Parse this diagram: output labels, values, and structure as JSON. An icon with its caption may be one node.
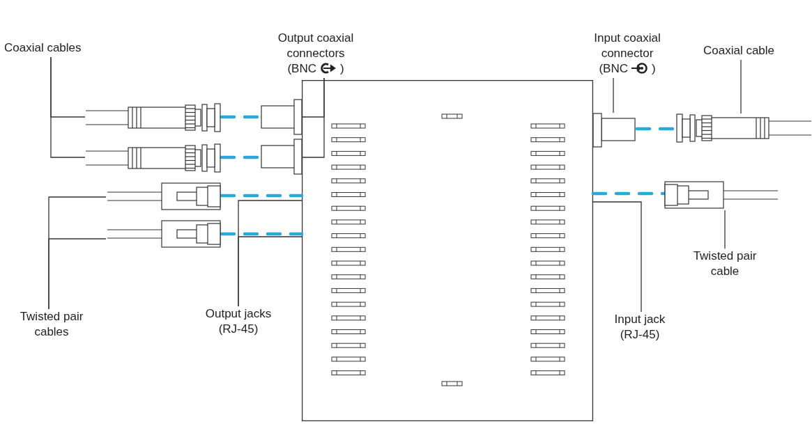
{
  "diagram": {
    "nodes": [
      {
        "text": [
          "Coaxial cables"
        ]
      },
      {
        "text": [],
        "shape": "plug"
      },
      {
        "text": [],
        "shape": "plug"
      },
      {
        "text": [
          "Output coaxial connectors",
          "(BNC",
          ")"
        ]
      },
      {
        "text": [],
        "shape": "jack"
      },
      {
        "text": [],
        "shape": "jack"
      },
      {
        "text": [],
        "shape": "box"
      },
      {
        "text": [
          "Input coaxial connector",
          "(BNC",
          ")"
        ]
      },
      {
        "text": [],
        "shape": "jack"
      },
      {
        "text": [
          "Coaxial cable"
        ]
      },
      {
        "text": [],
        "shape": "plug"
      },
      {
        "text": [],
        "shape": "plug"
      },
      {
        "text": [],
        "shape": "plug"
      },
      {
        "text": [
          "Twisted pair cables"
        ]
      },
      {
        "text": [
          "Output jacks (RJ-45)"
        ]
      },
      {
        "text": [
          "Twisted pair cable"
        ]
      },
      {
        "text": [],
        "shape": "plug"
      },
      {
        "text": [
          "Input jack (RJ-45)"
        ]
      }
    ],
    "edges": [
      {
        "from": 0,
        "to": 1,
        "arrow": "none"
      },
      {
        "from": 0,
        "to": 2,
        "arrow": "none"
      },
      {
        "from": 1,
        "to": 4,
        "arrow": "none",
        "style": "dashed",
        "color": "#29a9d9"
      },
      {
        "from": 2,
        "to": 5,
        "arrow": "none",
        "style": "dashed",
        "color": "#29a9d9"
      },
      {
        "from": 3,
        "to": 4,
        "arrow": "none"
      },
      {
        "from": 3,
        "to": 5,
        "arrow": "none"
      },
      {
        "from": 7,
        "to": 8,
        "arrow": "none"
      },
      {
        "from": 8,
        "to": 10,
        "arrow": "none",
        "style": "dashed",
        "color": "#29a9d9"
      },
      {
        "from": 9,
        "to": 10,
        "arrow": "none"
      },
      {
        "from": 13,
        "to": 11,
        "arrow": "none"
      },
      {
        "from": 13,
        "to": 12,
        "arrow": "none"
      },
      {
        "from": 11,
        "to": 6,
        "arrow": "none",
        "style": "dashed",
        "color": "#29a9d9"
      },
      {
        "from": 12,
        "to": 6,
        "arrow": "none",
        "style": "dashed",
        "color": "#29a9d9"
      },
      {
        "from": 14,
        "to": 6,
        "arrow": "none"
      },
      {
        "from": 14,
        "to": 6,
        "arrow": "none"
      },
      {
        "from": 15,
        "to": 16,
        "arrow": "none"
      },
      {
        "from": 16,
        "to": 6,
        "arrow": "none",
        "style": "dashed",
        "color": "#29a9d9"
      },
      {
        "from": 17,
        "to": 6,
        "arrow": "none"
      }
    ]
  }
}
